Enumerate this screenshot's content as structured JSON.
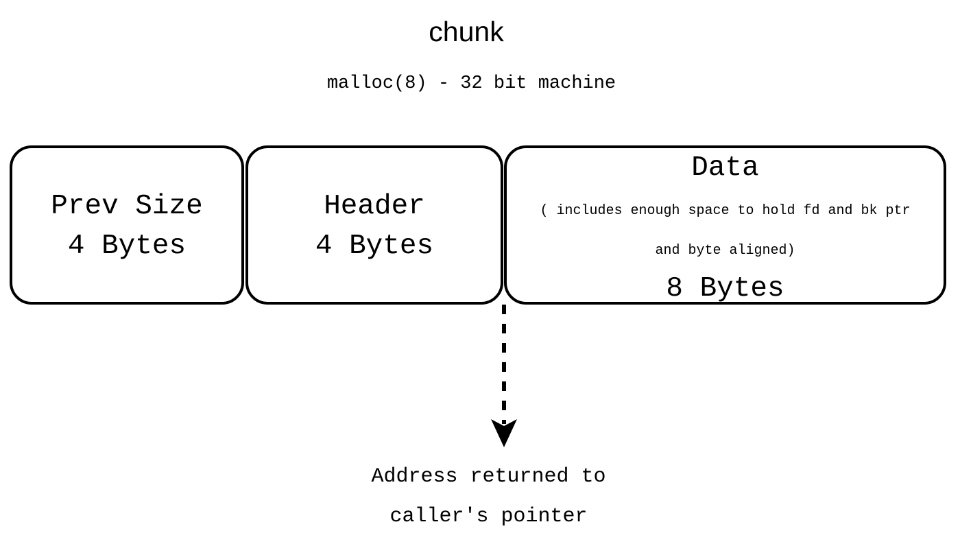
{
  "title": "chunk",
  "subtitle": "malloc(8) - 32 bit machine",
  "colors": {
    "background": "#ffffff",
    "stroke": "#000000",
    "text": "#000000"
  },
  "diagram": {
    "type": "memory-layout",
    "blocks": [
      {
        "id": "prev-size",
        "label": "Prev Size",
        "size_label": "4 Bytes",
        "size_bytes": 4
      },
      {
        "id": "header",
        "label": "Header",
        "size_label": "4 Bytes",
        "size_bytes": 4
      },
      {
        "id": "data",
        "label": "Data",
        "note_line_1": "( includes enough space to hold fd and bk ptr",
        "note_line_2": "and byte aligned)",
        "size_label": "8 Bytes",
        "size_bytes": 8
      }
    ],
    "pointer_annotation": {
      "arrow_style": "dashed-down-arrow",
      "origin_block": "data",
      "caption_line_1": "Address returned to",
      "caption_line_2": "caller's pointer"
    }
  }
}
